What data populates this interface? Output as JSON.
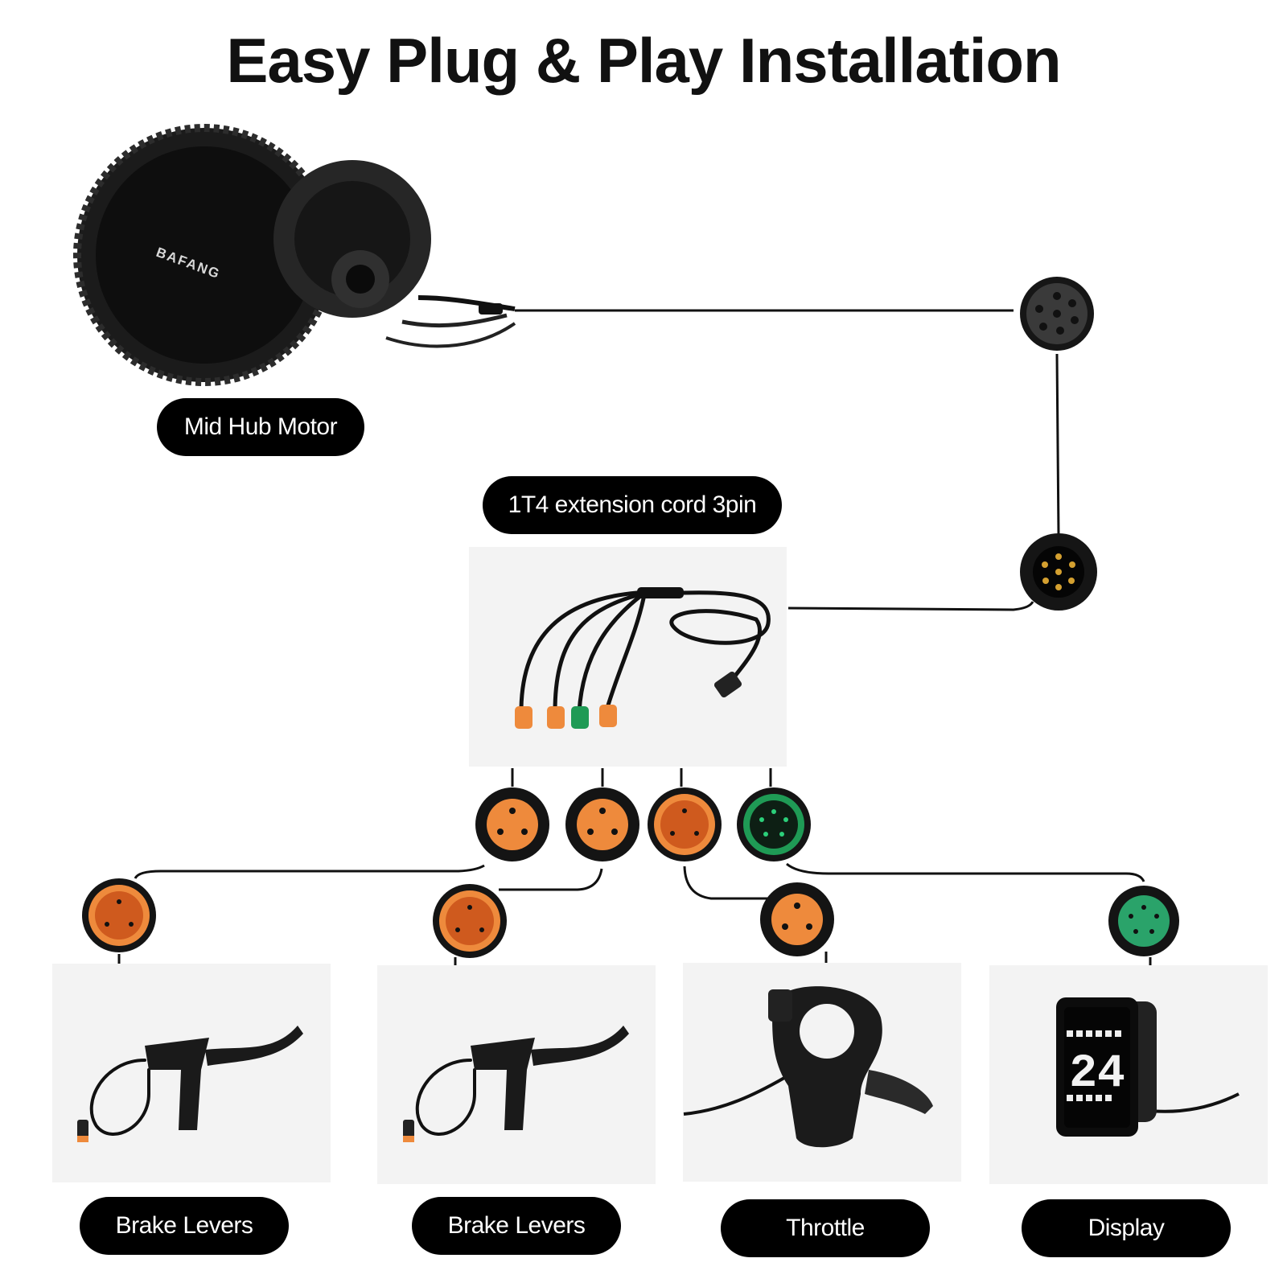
{
  "title": "Easy Plug & Play Installation",
  "labels": {
    "motor": "Mid Hub Motor",
    "extension": "1T4 extension cord 3pin",
    "brake_left": "Brake Levers",
    "brake_right": "Brake Levers",
    "throttle": "Throttle",
    "display": "Display"
  },
  "motor_brand": "BAFANG",
  "display_reading": "24",
  "colors": {
    "orange": "#ee8a3c",
    "dark_orange": "#cf5a1e",
    "green": "#1f9a55",
    "display_green": "#2aa36a",
    "wire": "#111111",
    "panel": "#f3f3f3"
  }
}
